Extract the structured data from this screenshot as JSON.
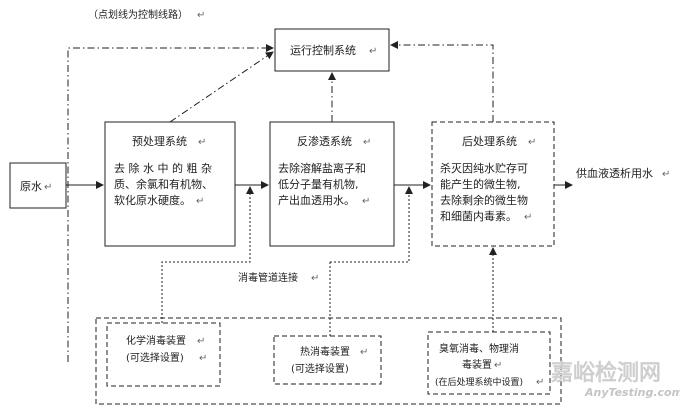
{
  "note": "（点划线为控制线路）",
  "mark": "↵",
  "nodes": {
    "control": {
      "label": "运行控制系统"
    },
    "raw_water": {
      "label": "原水"
    },
    "pretreat": {
      "title": "预处理系统",
      "desc": [
        "去 除 水 中 的 粗 杂",
        "质、余氯和有机物、",
        "软化原水硬度。"
      ]
    },
    "ro": {
      "title": "反渗透系统",
      "desc": [
        "去除溶解盐离子和",
        "低分子量有机物,",
        "产出血透用水。"
      ]
    },
    "post": {
      "title": "后处理系统",
      "desc": [
        "杀灭因纯水贮存可",
        "能产生的微生物,",
        "去除剩余的微生物",
        "和细菌内毒素。"
      ]
    },
    "output": {
      "label": "供血液透析用水"
    },
    "pipe_label": "消毒管道连接",
    "chem": {
      "lines": [
        "化学消毒装置",
        "(可选择设置)"
      ]
    },
    "heat": {
      "lines": [
        "热消毒装置",
        "(可选择设置)"
      ]
    },
    "ozone": {
      "lines": [
        "臭氧消毒、物理消",
        "毒装置",
        "(在后处理系统中设置)"
      ]
    }
  },
  "watermark": {
    "text": "嘉峪检测网",
    "sub": "AnyTesting.com"
  }
}
